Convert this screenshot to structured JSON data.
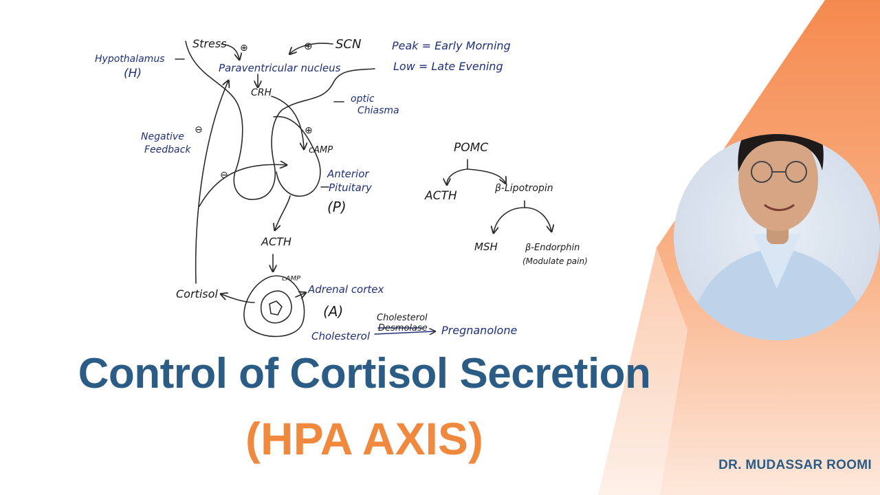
{
  "title": "Control of Cortisol Secretion",
  "subtitle": "(HPA AXIS)",
  "author": "DR. MUDASSAR ROOMI",
  "colors": {
    "title": "#2b5c86",
    "subtitle": "#f0883e",
    "ink_dark": "#1a1a1a",
    "ink_blue": "#1f2f7a",
    "accent_orange": "#f7a070"
  },
  "diagram": {
    "stress": "Stress",
    "plus": "⊕",
    "minus": "⊖",
    "scn": "SCN",
    "hypothalamus": "Hypothalamus",
    "hypothalamus_abbr": "(H)",
    "paraventricular": "Paraventricular nucleus",
    "crh": "CRH",
    "camp": "cAMP",
    "optic_1": "optic",
    "optic_2": "Chiasma",
    "peak": "Peak = Early Morning",
    "low": "Low = Late Evening",
    "negative": "Negative",
    "feedback": "Feedback",
    "anterior": "Anterior",
    "pituitary": "Pituitary",
    "pituitary_abbr": "(P)",
    "acth": "ACTH",
    "cortisol": "Cortisol",
    "adrenal_cortex": "Adrenal cortex",
    "adrenal_abbr": "(A)",
    "cholesterol": "Cholesterol",
    "enzyme_1": "Cholesterol",
    "enzyme_2": "Desmolase",
    "pregnenolone": "Pregnanolone",
    "pomc": "POMC",
    "pomc_acth": "ACTH",
    "lipotropin": "β-Lipotropin",
    "msh": "MSH",
    "endorphin": "β-Endorphin",
    "modulate": "(Modulate pain)"
  },
  "presenter": {
    "icon": "presenter-photo"
  }
}
